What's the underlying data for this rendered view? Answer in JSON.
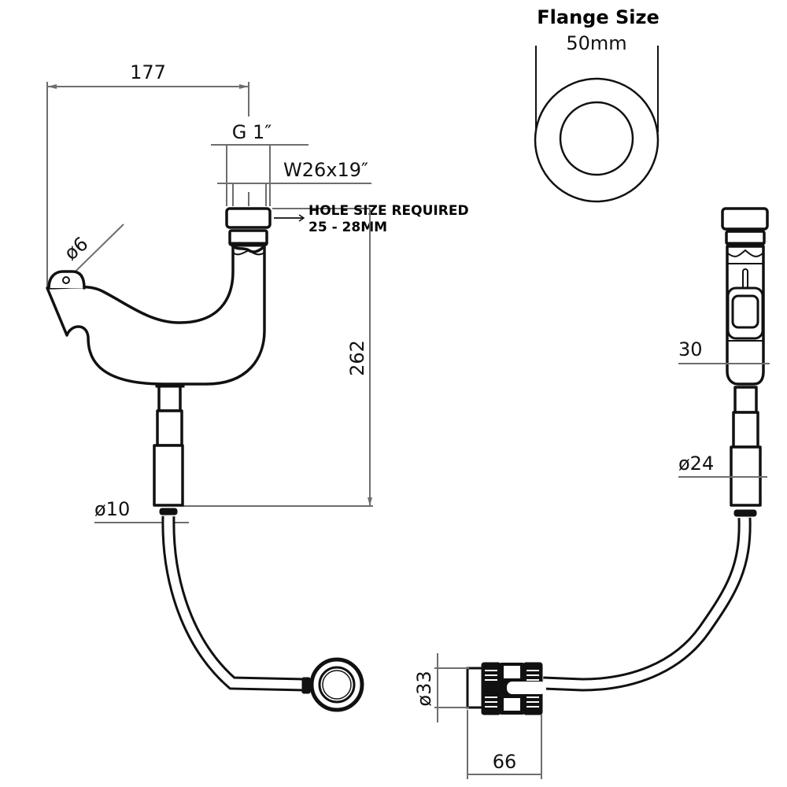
{
  "flange": {
    "title": "Flange Size",
    "value": "50mm"
  },
  "side_view": {
    "overall_width": "177",
    "thread": "G 1″",
    "washer": "W26x19″",
    "hole_note_line1": "HOLE SIZE REQUIRED",
    "hole_note_line2": "25 - 28MM",
    "nozzle_diameter": "ø6",
    "height": "262",
    "hose_diameter": "ø10"
  },
  "front_view": {
    "body_width": "30",
    "stem_diameter": "ø24"
  },
  "connector": {
    "diameter": "ø33",
    "length": "66"
  },
  "colors": {
    "line": "#111111",
    "dimension": "#6e6e6e",
    "background": "#ffffff"
  }
}
